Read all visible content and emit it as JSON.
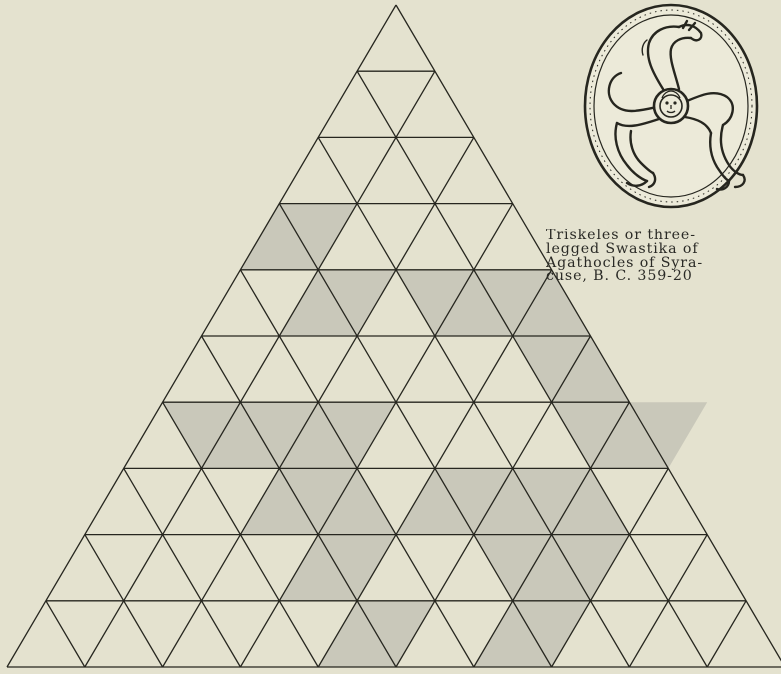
{
  "figure": {
    "rows": 10,
    "colors": {
      "background": "#e4e2cf",
      "shaded": "#c9c8ba",
      "line": "#26261f"
    },
    "shaded_triangles": [
      [
        4,
        0
      ],
      [
        4,
        1
      ],
      [
        5,
        2
      ],
      [
        5,
        3
      ],
      [
        5,
        5
      ],
      [
        5,
        6
      ],
      [
        5,
        7
      ],
      [
        5,
        8
      ],
      [
        6,
        9
      ],
      [
        6,
        10
      ],
      [
        7,
        1
      ],
      [
        7,
        2
      ],
      [
        7,
        3
      ],
      [
        7,
        4
      ],
      [
        7,
        5
      ],
      [
        7,
        11
      ],
      [
        7,
        12
      ],
      [
        7,
        13
      ],
      [
        8,
        4
      ],
      [
        8,
        5
      ],
      [
        8,
        6
      ],
      [
        8,
        8
      ],
      [
        8,
        9
      ],
      [
        8,
        10
      ],
      [
        8,
        11
      ],
      [
        8,
        12
      ],
      [
        9,
        6
      ],
      [
        9,
        7
      ],
      [
        9,
        11
      ],
      [
        9,
        12
      ],
      [
        9,
        13
      ],
      [
        10,
        8
      ],
      [
        10,
        9
      ],
      [
        10,
        12
      ],
      [
        10,
        13
      ]
    ]
  },
  "coin": {
    "icon": "triskeles-coin-icon"
  },
  "caption": {
    "lines": [
      "Triskeles or three-",
      "legged Swastika of",
      "Agathocles of Syra-",
      "cuse, B. C. 359-20"
    ]
  }
}
